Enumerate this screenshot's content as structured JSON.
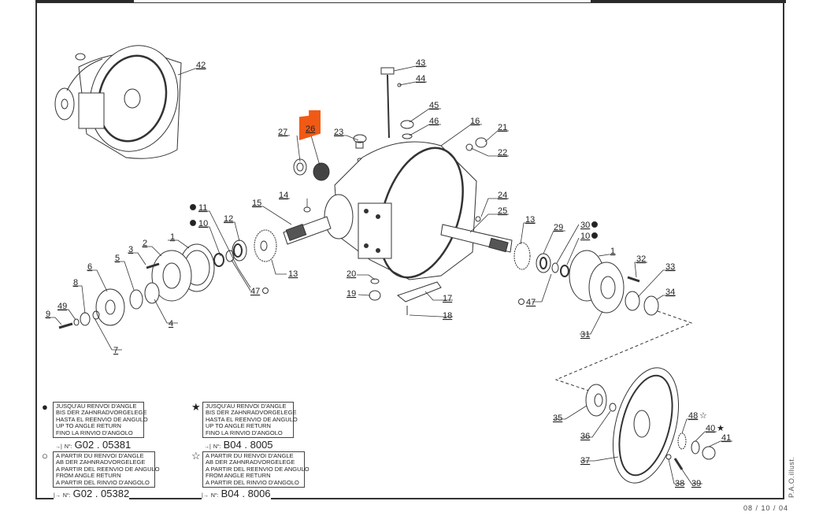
{
  "page": {
    "date": "08 / 10 / 04",
    "credit": "P.A.O.illust."
  },
  "highlighted_part": "26",
  "callouts": [
    {
      "id": "c42",
      "label": "42"
    },
    {
      "id": "c43",
      "label": "43"
    },
    {
      "id": "c44",
      "label": "44"
    },
    {
      "id": "c45",
      "label": "45"
    },
    {
      "id": "c46",
      "label": "46"
    },
    {
      "id": "c16",
      "label": "16"
    },
    {
      "id": "c21",
      "label": "21"
    },
    {
      "id": "c22",
      "label": "22"
    },
    {
      "id": "c27",
      "label": "27"
    },
    {
      "id": "c23",
      "label": "23"
    },
    {
      "id": "c14",
      "label": "14"
    },
    {
      "id": "c15",
      "label": "15"
    },
    {
      "id": "c11",
      "label": "11"
    },
    {
      "id": "c10a",
      "label": "10"
    },
    {
      "id": "c12",
      "label": "12"
    },
    {
      "id": "c13a",
      "label": "13"
    },
    {
      "id": "c47a",
      "label": "47"
    },
    {
      "id": "c1a",
      "label": "1"
    },
    {
      "id": "c2",
      "label": "2"
    },
    {
      "id": "c3",
      "label": "3"
    },
    {
      "id": "c5",
      "label": "5"
    },
    {
      "id": "c6",
      "label": "6"
    },
    {
      "id": "c8",
      "label": "8"
    },
    {
      "id": "c49",
      "label": "49"
    },
    {
      "id": "c9",
      "label": "9"
    },
    {
      "id": "c4",
      "label": "4"
    },
    {
      "id": "c7",
      "label": "7"
    },
    {
      "id": "c24",
      "label": "24"
    },
    {
      "id": "c25",
      "label": "25"
    },
    {
      "id": "c13b",
      "label": "13"
    },
    {
      "id": "c29",
      "label": "29"
    },
    {
      "id": "c30",
      "label": "30"
    },
    {
      "id": "c10b",
      "label": "10"
    },
    {
      "id": "c1b",
      "label": "1"
    },
    {
      "id": "c32",
      "label": "32"
    },
    {
      "id": "c33",
      "label": "33"
    },
    {
      "id": "c34",
      "label": "34"
    },
    {
      "id": "c47b",
      "label": "47"
    },
    {
      "id": "c31",
      "label": "31"
    },
    {
      "id": "c20",
      "label": "20"
    },
    {
      "id": "c19",
      "label": "19"
    },
    {
      "id": "c17",
      "label": "17"
    },
    {
      "id": "c18",
      "label": "18"
    },
    {
      "id": "c35",
      "label": "35"
    },
    {
      "id": "c36",
      "label": "36"
    },
    {
      "id": "c37",
      "label": "37"
    },
    {
      "id": "c48",
      "label": "48"
    },
    {
      "id": "c40",
      "label": "40"
    },
    {
      "id": "c41",
      "label": "41"
    },
    {
      "id": "c38",
      "label": "38"
    },
    {
      "id": "c39",
      "label": "39"
    }
  ],
  "legend": [
    {
      "symbol": "●",
      "lines": [
        "JUSQU'AU RENVOI D'ANGLE",
        "BIS DER ZAHNRADVORGELEGE",
        "HASTA EL REENVIO DE ANGULO",
        "UP TO ANGLE  RETURN",
        "FINO LA RINVIO D'ANGOLO"
      ],
      "ref_prefix": "N°:",
      "ref": "G02 . 05381"
    },
    {
      "symbol": "○",
      "lines": [
        "A PARTIR DU RENVOI D'ANGLE",
        "AB DER ZAHNRADVORGELEGE",
        "A PARTIR DEL REENVIO DE ANGULO",
        "FROM ANGLE  RETURN",
        "A PARTIR DEL RINVIO D'ANGOLO"
      ],
      "ref_prefix": "N°:",
      "ref": "G02 . 05382"
    },
    {
      "symbol": "★",
      "lines": [
        "JUSQU'AU RENVOI D'ANGLE",
        "BIS DER ZAHNRADVORGELEGE",
        "HASTA EL REENVIO DE ANGULO",
        "UP TO ANGLE  RETURN",
        "FINO LA RINVIO D'ANGOLO"
      ],
      "ref_prefix": "N°:",
      "ref": "B04 . 8005"
    },
    {
      "symbol": "☆",
      "lines": [
        "A PARTIR DU RENVOI D'ANGLE",
        "AB DER ZAHNRADVORGELEGE",
        "A PARTIR DEL REENVIO DE ANGULO",
        "FROM ANGLE  RETURN",
        "A PARTIR DEL RINVIO D'ANGOLO"
      ],
      "ref_prefix": "N°:",
      "ref": "B04 . 8006"
    }
  ],
  "colors": {
    "highlight": "#f05a14",
    "line": "#333333"
  }
}
